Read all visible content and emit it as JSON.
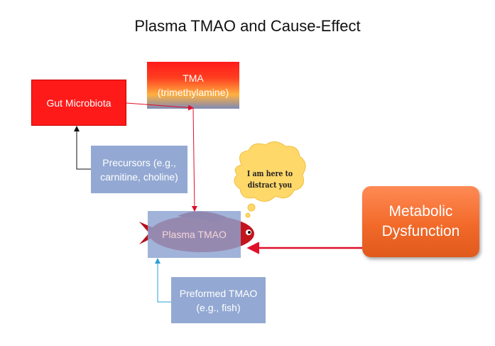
{
  "title": "Plasma TMAO and Cause-Effect",
  "nodes": {
    "gut_microbiota": "Gut Microbiota",
    "tma_line1": "TMA",
    "tma_line2": "(trimethylamine)",
    "precursors_line1": "Precursors (e.g.,",
    "precursors_line2": "carnitine, choline)",
    "plasma_tmao": "Plasma TMAO",
    "preformed_line1": "Preformed TMAO",
    "preformed_line2": "(e.g., fish)",
    "metabolic_line1": "Metabolic",
    "metabolic_line2": "Dysfunction"
  },
  "bubble": {
    "line1": "I am here to",
    "line2": "distract you"
  },
  "colors": {
    "gut_box": "#ff1a1a",
    "blue_box": "#93a9d3",
    "metabolic_box": "#f26a2a",
    "arrow_red": "#e0102a",
    "arrow_black": "#111111",
    "arrow_blue": "#2aa0d8",
    "fish_body": "#c4141e",
    "bubble_fill": "#ffd86a"
  }
}
